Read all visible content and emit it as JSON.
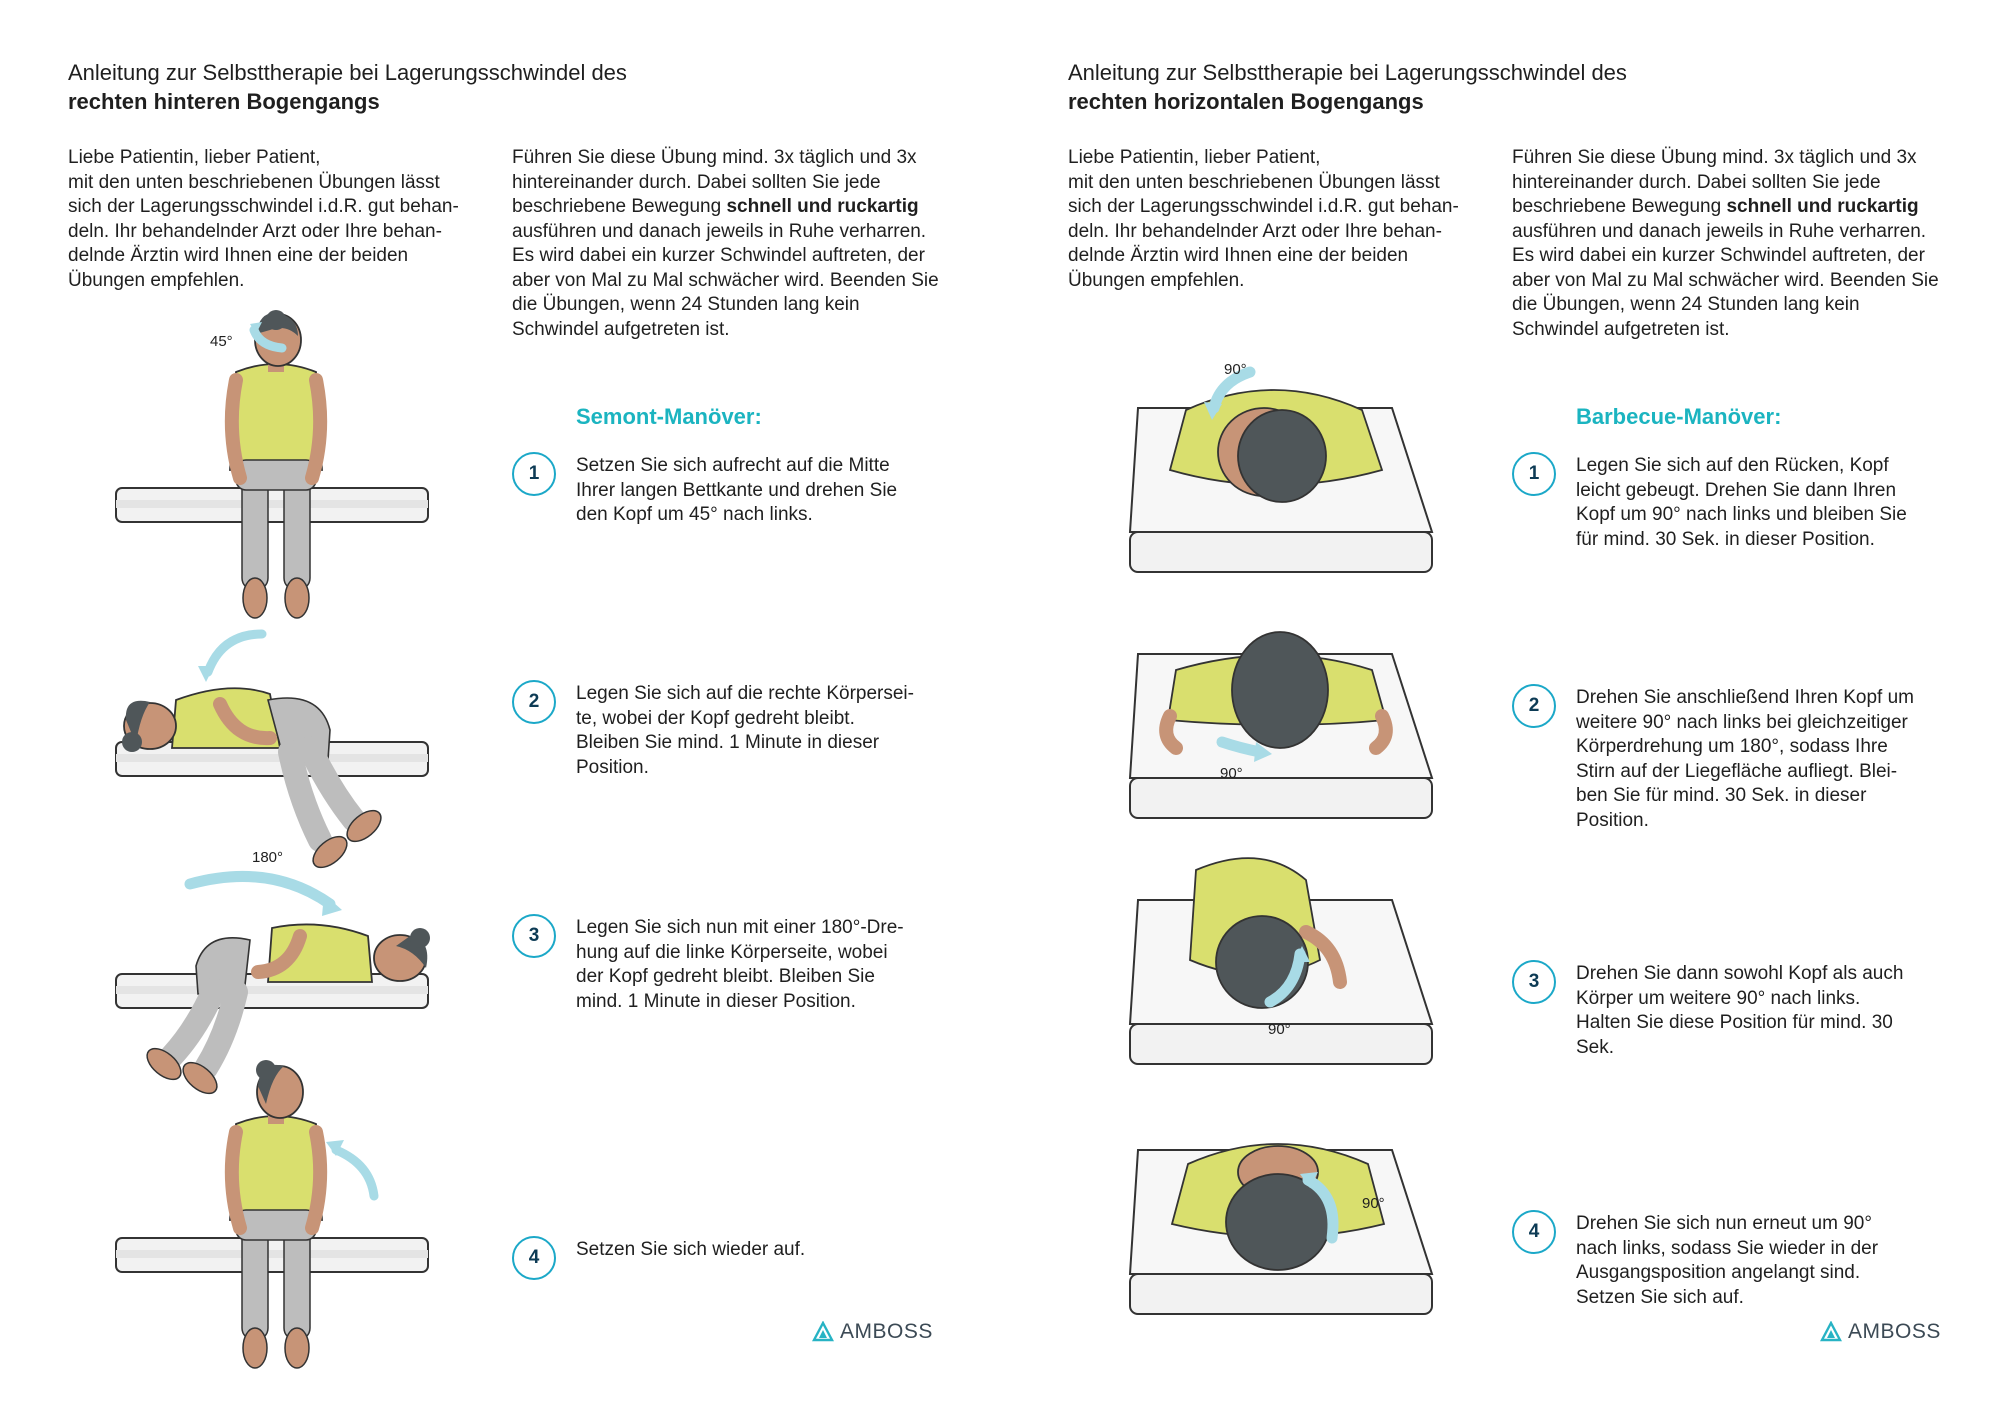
{
  "colors": {
    "accent": "#1bb4c0",
    "step_ring": "#1ba8c8",
    "shirt": "#d9df6e",
    "skin": "#c79477",
    "hair": "#4f5659",
    "pants": "#bdbdbd",
    "bed": "#f2f2f2",
    "arrow": "#a8dbe6"
  },
  "left": {
    "heading_line1": "Anleitung zur Selbsttherapie bei Lagerungsschwindel des",
    "heading_line2": "rechten hinteren Bogengangs",
    "intro": "Liebe Patientin, lieber Patient,\nmit den unten beschriebenen Übungen lässt\nsich der Lagerungsschwindel i.d.R. gut behan-\ndeln. Ihr behandelnder Arzt oder Ihre behan-\ndelnde Ärztin wird Ihnen eine der beiden\nÜbungen empfehlen.",
    "instr_a": "Führen Sie diese Übung mind. 3x täglich und 3x hintereinander durch. Dabei sollten Sie jede beschriebene Bewegung ",
    "instr_b": "schnell und ruckartig",
    "instr_c": " ausführen und danach jeweils in Ruhe verharren. Es wird dabei ein kurzer Schwindel auftreten, der aber von Mal zu Mal schwächer wird. Beenden Sie die Übungen, wenn 24 Stunden lang kein Schwindel aufgetreten ist.",
    "maneuver_title": "Semont-Manöver:",
    "steps": [
      {
        "num": "1",
        "text": "Setzen Sie sich aufrecht auf die Mitte\nIhrer langen Bettkante und drehen Sie\nden Kopf um 45° nach links."
      },
      {
        "num": "2",
        "text": "Legen Sie sich auf die rechte Körpersei-\nte, wobei der Kopf gedreht bleibt.\nBleiben Sie mind. 1 Minute in dieser\nPosition."
      },
      {
        "num": "3",
        "text": "Legen Sie sich nun mit einer 180°-Dre-\nhung auf die linke Körperseite, wobei\nder Kopf gedreht bleibt. Bleiben Sie\nmind. 1 Minute in dieser Position."
      },
      {
        "num": "4",
        "text": "Setzen Sie sich wieder auf."
      }
    ],
    "angle_labels": [
      "45°",
      "180°"
    ],
    "logo": "AMBOSS"
  },
  "right": {
    "heading_line1": "Anleitung zur Selbsttherapie bei Lagerungsschwindel des",
    "heading_line2": "rechten horizontalen Bogengangs",
    "intro": "Liebe Patientin, lieber Patient,\nmit den unten beschriebenen Übungen lässt\nsich der Lagerungsschwindel i.d.R. gut behan-\ndeln. Ihr behandelnder Arzt oder Ihre behan-\ndelnde Ärztin wird Ihnen eine der beiden\nÜbungen empfehlen.",
    "instr_a": "Führen Sie diese Übung mind. 3x täglich und 3x hintereinander durch. Dabei sollten Sie jede beschriebene Bewegung ",
    "instr_b": "schnell und ruckartig",
    "instr_c": " ausführen und danach jeweils in Ruhe verharren. Es wird dabei ein kurzer Schwindel auftreten, der aber von Mal zu Mal schwächer wird. Beenden Sie die Übungen, wenn 24 Stunden lang kein Schwindel aufgetreten ist.",
    "maneuver_title": "Barbecue-Manöver:",
    "steps": [
      {
        "num": "1",
        "text": "Legen Sie sich auf den Rücken, Kopf\nleicht gebeugt. Drehen Sie dann Ihren\nKopf um 90° nach links und bleiben Sie\nfür mind. 30 Sek. in dieser Position."
      },
      {
        "num": "2",
        "text": "Drehen Sie anschließend Ihren Kopf um\nweitere 90° nach links bei gleichzeitiger\nKörperdrehung um 180°, sodass Ihre\nStirn auf der Liegefläche aufliegt. Blei-\nben Sie für mind. 30 Sek. in dieser\nPosition."
      },
      {
        "num": "3",
        "text": "Drehen Sie dann sowohl Kopf als auch\nKörper um weitere 90° nach links.\nHalten Sie diese Position für mind. 30\nSek."
      },
      {
        "num": "4",
        "text": "Drehen Sie sich nun erneut um 90°\nnach links, sodass Sie wieder in der\nAusgangsposition angelangt sind.\nSetzen Sie sich auf."
      }
    ],
    "angle_labels": [
      "90°",
      "90°",
      "90°",
      "90°"
    ],
    "logo": "AMBOSS"
  }
}
